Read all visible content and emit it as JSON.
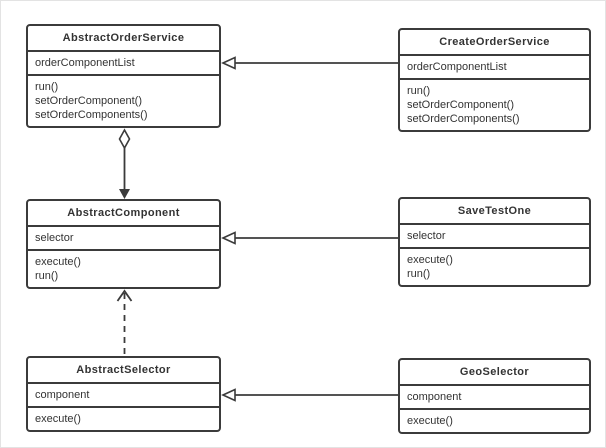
{
  "colors": {
    "line": "#3b3b3b",
    "text": "#333333",
    "background": "#ffffff"
  },
  "classes": [
    {
      "name": "AbstractOrderService",
      "attributes": [
        "orderComponentList"
      ],
      "methods": [
        "run()",
        "setOrderComponent()",
        "setOrderComponents()"
      ]
    },
    {
      "name": "CreateOrderService",
      "attributes": [
        "orderComponentList"
      ],
      "methods": [
        "run()",
        "setOrderComponent()",
        "setOrderComponents()"
      ]
    },
    {
      "name": "AbstractComponent",
      "attributes": [
        "selector"
      ],
      "methods": [
        "execute()",
        "run()"
      ]
    },
    {
      "name": "SaveTestOne",
      "attributes": [
        "selector"
      ],
      "methods": [
        "execute()",
        "run()"
      ]
    },
    {
      "name": "AbstractSelector",
      "attributes": [
        "component"
      ],
      "methods": [
        "execute()"
      ]
    },
    {
      "name": "GeoSelector",
      "attributes": [
        "component"
      ],
      "methods": [
        "execute()"
      ]
    }
  ],
  "relationships": [
    {
      "from": "CreateOrderService",
      "to": "AbstractOrderService",
      "type": "inheritance",
      "line": "solid",
      "arrowhead": "hollow-triangle"
    },
    {
      "from": "SaveTestOne",
      "to": "AbstractComponent",
      "type": "inheritance",
      "line": "solid",
      "arrowhead": "hollow-triangle"
    },
    {
      "from": "GeoSelector",
      "to": "AbstractSelector",
      "type": "inheritance",
      "line": "solid",
      "arrowhead": "hollow-triangle"
    },
    {
      "from": "AbstractOrderService",
      "to": "AbstractComponent",
      "type": "aggregation",
      "line": "solid",
      "arrowhead": "filled-arrow",
      "tail": "hollow-diamond"
    },
    {
      "from": "AbstractSelector",
      "to": "AbstractComponent",
      "type": "dependency",
      "line": "dashed",
      "arrowhead": "open-arrow"
    }
  ]
}
